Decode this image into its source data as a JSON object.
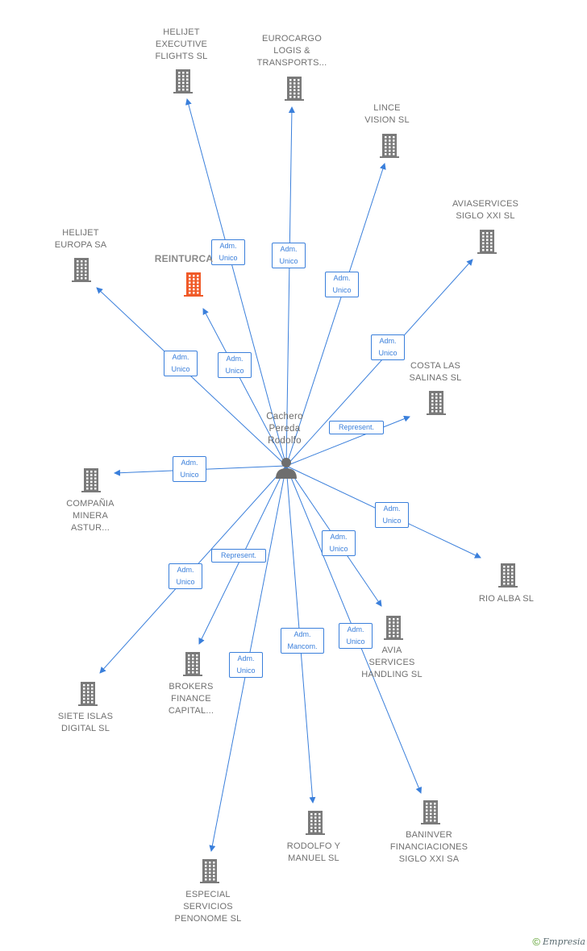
{
  "graph": {
    "person": {
      "name": "Cachero\nPereda\nRodolfo",
      "icon": "person-icon"
    },
    "colors": {
      "edge": "#3a7fdb",
      "building": "#7a7a7a",
      "highlight": "#f05a28"
    },
    "companies": [
      {
        "id": "helijet-executive",
        "name": "HELIJET\nEXECUTIVE\nFLIGHTS SL",
        "role": "Adm.\nUnico",
        "highlight": false
      },
      {
        "id": "eurocargo",
        "name": "EUROCARGO\nLOGIS &\nTRANSPORTS...",
        "role": "Adm.\nUnico",
        "highlight": false
      },
      {
        "id": "lince-vision",
        "name": "LINCE\nVISION SL",
        "role": "Adm.\nUnico",
        "highlight": false
      },
      {
        "id": "aviaservices",
        "name": "AVIASERVICES\nSIGLO XXI SL",
        "role": "Adm.\nUnico",
        "highlight": false
      },
      {
        "id": "helijet-europa",
        "name": "HELIJET\nEUROPA SA",
        "role": "Adm.\nUnico",
        "highlight": false
      },
      {
        "id": "reinturca",
        "name": "REINTURCA",
        "role": "Adm.\nUnico",
        "highlight": true
      },
      {
        "id": "costa-salinas",
        "name": "COSTA LAS\nSALINAS SL",
        "role": "Represent.",
        "highlight": false
      },
      {
        "id": "compania-minera",
        "name": "COMPAÑIA\nMINERA\nASTUR...",
        "role": "Adm.\nUnico",
        "highlight": false
      },
      {
        "id": "rio-alba",
        "name": "RIO ALBA SL",
        "role": "Adm.\nUnico",
        "highlight": false
      },
      {
        "id": "avia-handling",
        "name": "AVIA\nSERVICES\nHANDLING SL",
        "role": "Adm.\nUnico",
        "highlight": false
      },
      {
        "id": "brokers-finance",
        "name": "BROKERS\nFINANCE\nCAPITAL...",
        "role": "Represent.",
        "highlight": false
      },
      {
        "id": "siete-islas",
        "name": "SIETE ISLAS\nDIGITAL SL",
        "role": "Adm.\nUnico",
        "highlight": false
      },
      {
        "id": "baninver",
        "name": "BANINVER\nFINANCIACIONES\nSIGLO XXI SA",
        "role": "Adm.\nUnico",
        "highlight": false
      },
      {
        "id": "rodolfo-manuel",
        "name": "RODOLFO Y\nMANUEL SL",
        "role": "Adm.\nMancom.",
        "highlight": false
      },
      {
        "id": "especial-servicios",
        "name": "ESPECIAL\nSERVICIOS\nPENONOME SL",
        "role": "Adm.\nUnico",
        "highlight": false
      }
    ]
  },
  "footer": {
    "copyright": "©",
    "brand": "Empresia"
  }
}
